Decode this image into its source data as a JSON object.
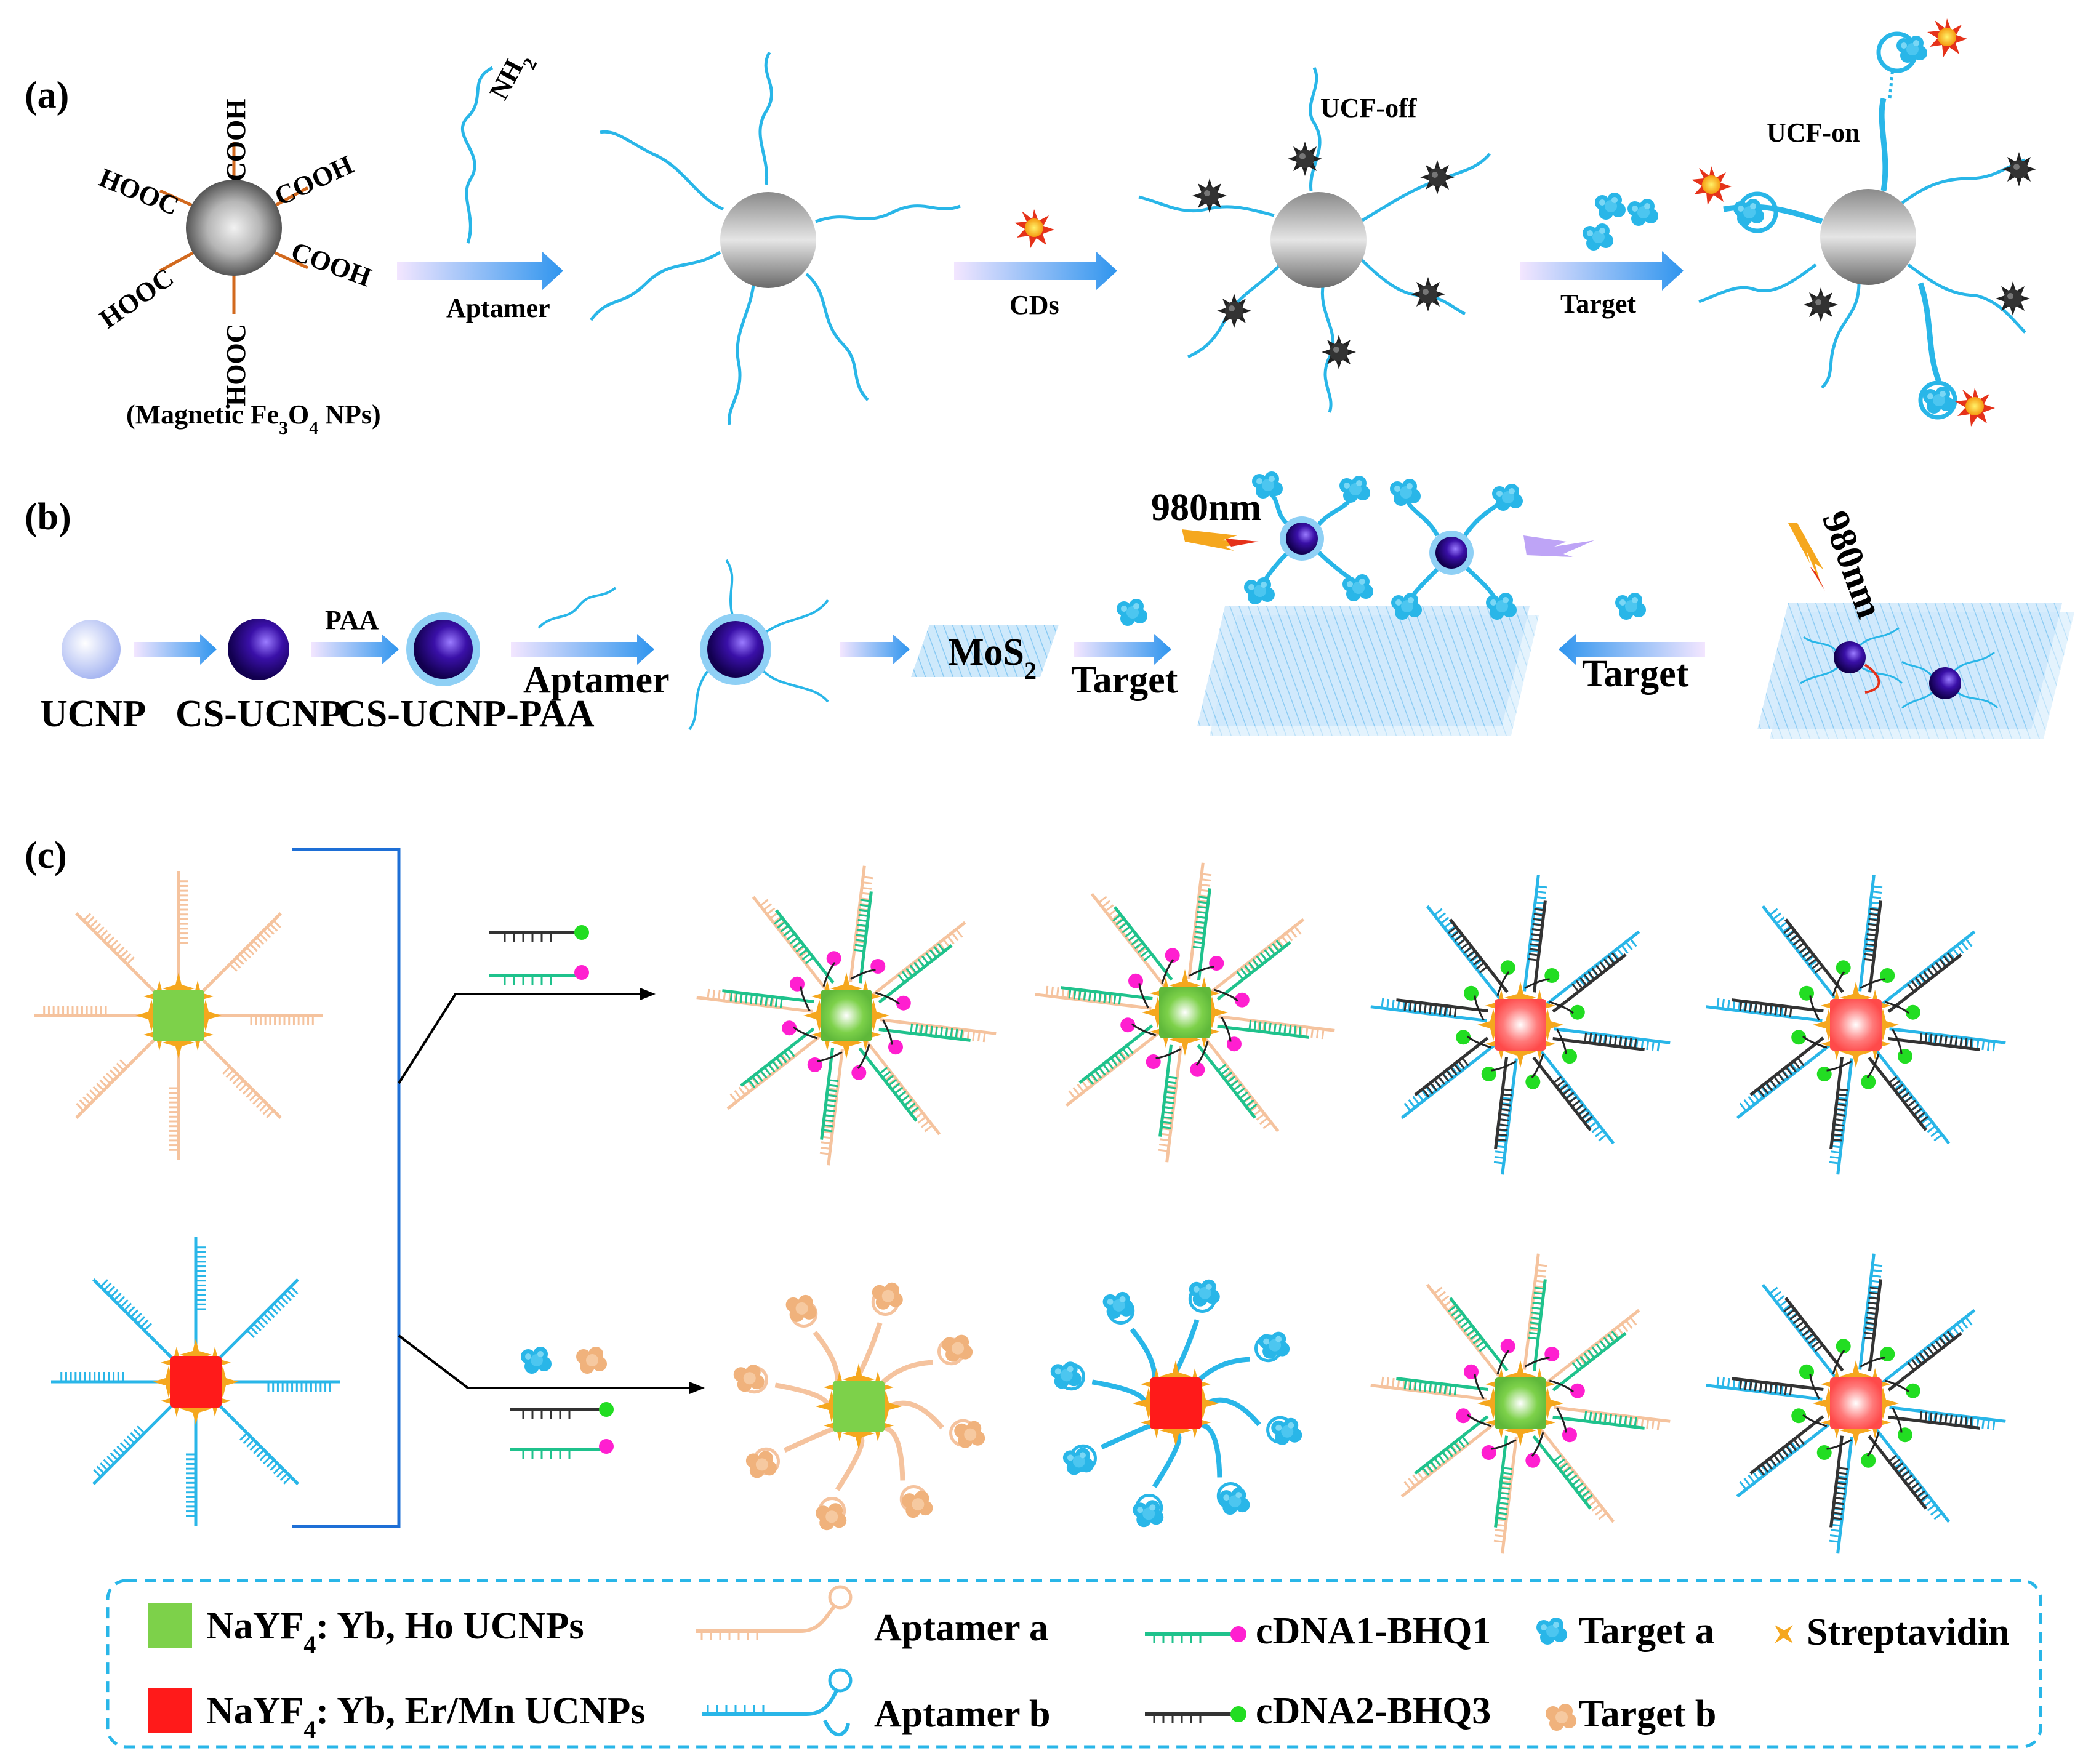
{
  "panels": {
    "a": {
      "label": "(a)",
      "cooh_top": "COOH",
      "cooh_right1": "COOH",
      "cooh_right2": "COOH",
      "hooc_left1": "HOOC",
      "hooc_left2": "HOOC",
      "hooc_bottom": "HOOC",
      "nh2": "NH",
      "nh2_sub": "2",
      "magnetic_pre": "(Magnetic Fe",
      "magnetic_sub1": "3",
      "magnetic_mid": "O",
      "magnetic_sub2": "4",
      "magnetic_post": " NPs)",
      "arrow1": "Aptamer",
      "arrow2": "CDs",
      "arrow3": "Target",
      "ucf_off": "UCF-off",
      "ucf_on": "UCF-on"
    },
    "b": {
      "label": "(b)",
      "ucnp": "UCNP",
      "cs_ucnp": "CS-UCNP",
      "paa": "PAA",
      "cs_ucnp_paa": "CS-UCNP-PAA",
      "aptamer": "Aptamer",
      "mos2": "MoS",
      "mos2_sub": "2",
      "target1": "Target",
      "target2": "Target",
      "laser1": "980nm",
      "laser2": "980nm"
    },
    "c": {
      "label": "(c)"
    }
  },
  "legend": {
    "ho_pre": "NaYF",
    "ho_sub": "4",
    "ho_post": ": Yb, Ho  UCNPs",
    "er_pre": "NaYF",
    "er_sub": "4",
    "er_post": ": Yb, Er/Mn  UCNPs",
    "aptamer_a": "Aptamer a",
    "aptamer_b": "Aptamer b",
    "cdna1": "cDNA1-BHQ1",
    "cdna2": "cDNA2-BHQ3",
    "target_a": "Target a",
    "target_b": "Target b",
    "streptavidin": "Streptavidin"
  },
  "colors": {
    "aptamer_a": "#f5c39e",
    "aptamer_b": "#29b6e8",
    "cdna1": "#1fc28c",
    "cdna2": "#333333",
    "bhq1": "#ff1fd0",
    "bhq3": "#22dd22",
    "ucnp_ho": "#7dd14a",
    "ucnp_er": "#ff1a1a",
    "streptavidin": "#f5a71e",
    "arrow": "#3fa6ee"
  }
}
